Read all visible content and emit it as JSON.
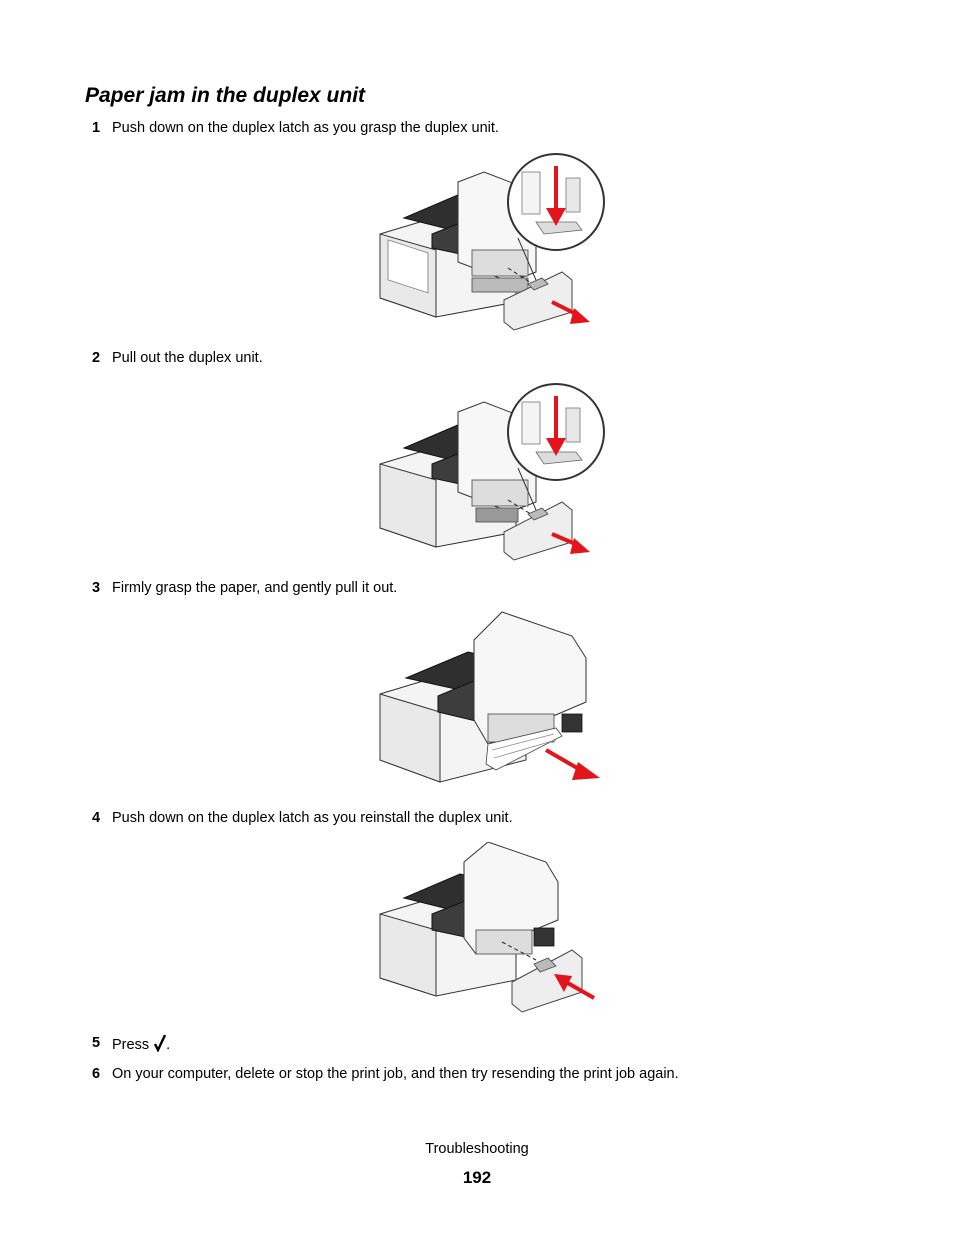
{
  "page": {
    "title": "Paper jam in the duplex unit",
    "steps": [
      {
        "num": "1",
        "text": "Push down on the duplex latch as you grasp the duplex unit."
      },
      {
        "num": "2",
        "text": "Pull out the duplex unit."
      },
      {
        "num": "3",
        "text": "Firmly grasp the paper, and gently pull it out."
      },
      {
        "num": "4",
        "text": "Push down on the duplex latch as you reinstall the duplex unit."
      },
      {
        "num": "5",
        "text_before": "Press",
        "text_after": ".",
        "icon": "checkmark-icon"
      },
      {
        "num": "6",
        "text": "On your computer, delete or stop the print job, and then try resending the print job again."
      }
    ],
    "footer": {
      "section": "Troubleshooting",
      "page_number": "192"
    }
  },
  "colors": {
    "arrow": "#e3141b",
    "body_light": "#f2f2f2",
    "body_dark": "#3a3a3a",
    "outline": "#333333"
  }
}
